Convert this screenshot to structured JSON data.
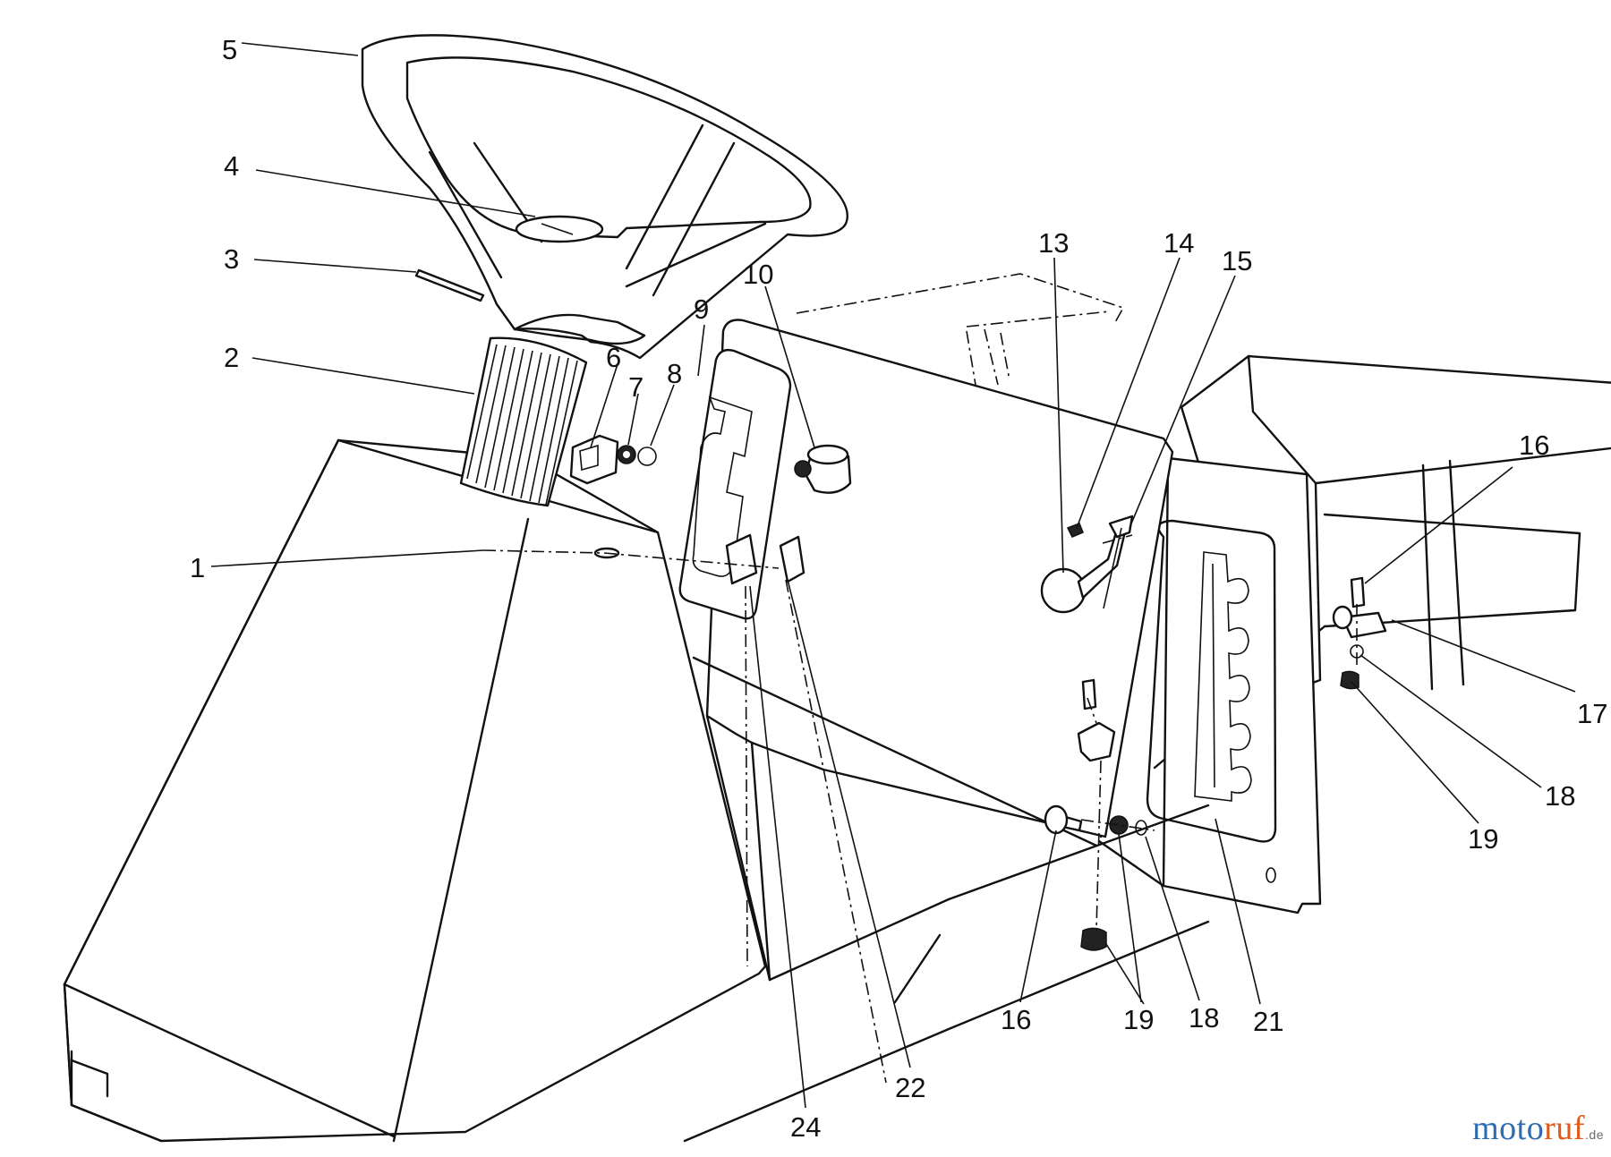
{
  "callouts": {
    "c1": "1",
    "c2": "2",
    "c3": "3",
    "c4": "4",
    "c5": "5",
    "c6": "6",
    "c7": "7",
    "c8": "8",
    "c9": "9",
    "c10": "10",
    "c13": "13",
    "c14": "14",
    "c15": "15",
    "c16a": "16",
    "c16b": "16",
    "c17": "17",
    "c18a": "18",
    "c18b": "18",
    "c19a": "19",
    "c19b": "19",
    "c21": "21",
    "c22": "22",
    "c24": "24"
  },
  "watermark": {
    "part1": "moto",
    "part2": "ruf",
    "part3": ".de"
  }
}
